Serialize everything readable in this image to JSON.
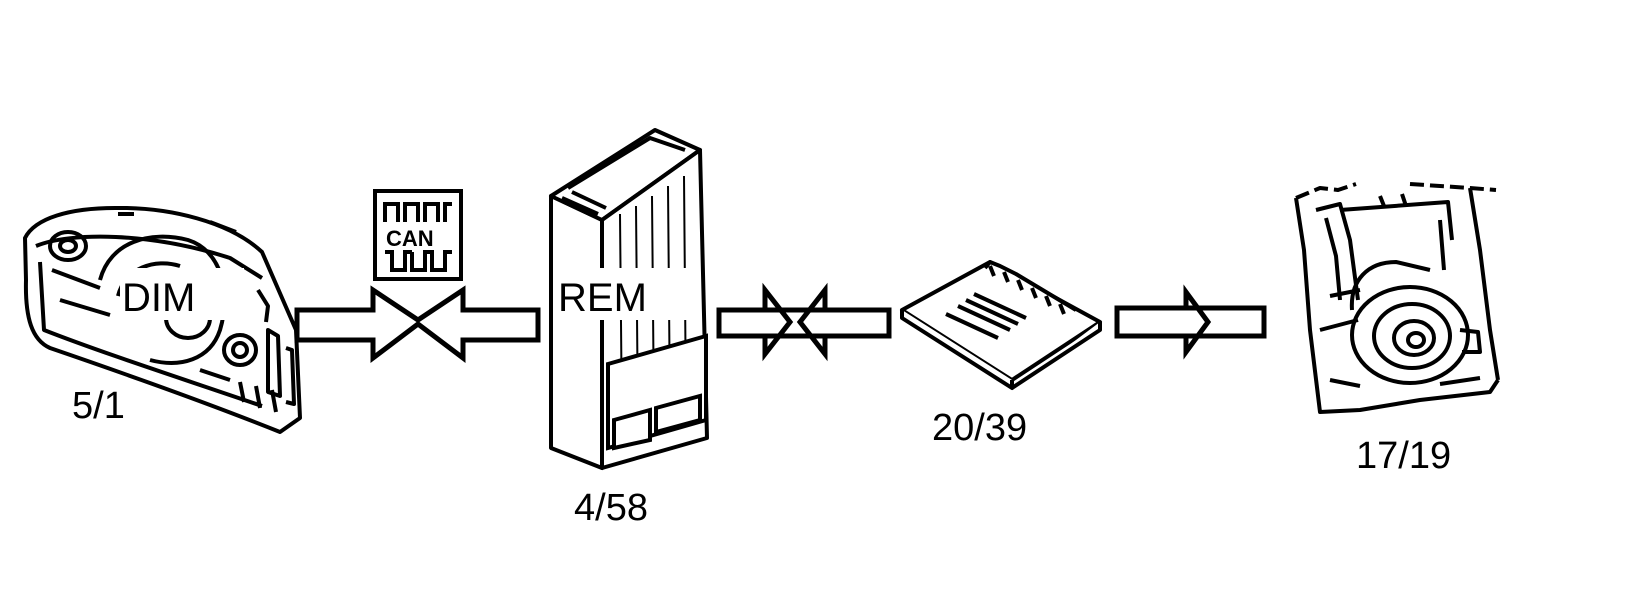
{
  "components": {
    "dim": {
      "label": "DIM",
      "code": "5/1",
      "icon": "instrument-cluster-icon"
    },
    "rem": {
      "label": "REM",
      "code": "4/58",
      "icon": "control-module-icon"
    },
    "relay": {
      "code": "20/39",
      "icon": "relay-icon"
    },
    "lamp": {
      "code": "17/19",
      "icon": "lamp-bulb-icon"
    }
  },
  "can_badge": {
    "text": "CAN",
    "icon": "can-bus-icon"
  },
  "colors": {
    "ink": "#000000",
    "paper": "#ffffff"
  }
}
